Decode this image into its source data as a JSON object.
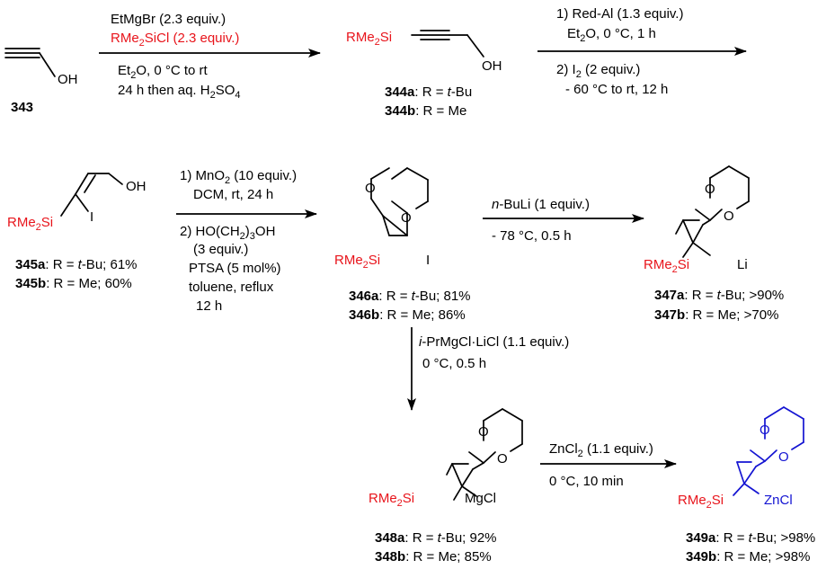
{
  "compounds": {
    "c343": {
      "label": "343",
      "oh": "OH"
    },
    "c344": {
      "rsi": "RMe",
      "rsi_sub": "2",
      "rsi_end": "Si",
      "oh": "OH",
      "a_num": "344a",
      "a_text": ": R = ",
      "a_r": "t",
      "a_r2": "-Bu",
      "b_num": "344b",
      "b_text": ": R = Me"
    },
    "c345": {
      "rsi": "RMe",
      "rsi_sub": "2",
      "rsi_end": "Si",
      "oh": "OH",
      "i": "I",
      "a_num": "345a",
      "a_text": ": R = ",
      "a_r": "t",
      "a_r2": "-Bu; 61%",
      "b_num": "345b",
      "b_text": ": R = Me; 60%"
    },
    "c346": {
      "rsi": "RMe",
      "rsi_sub": "2",
      "rsi_end": "Si",
      "o1": "O",
      "o2": "O",
      "i": "I",
      "a_num": "346a",
      "a_text": ": R = ",
      "a_r": "t",
      "a_r2": "-Bu; 81%",
      "b_num": "346b",
      "b_text": ": R = Me; 86%"
    },
    "c347": {
      "rsi": "RMe",
      "rsi_sub": "2",
      "rsi_end": "Si",
      "o1": "O",
      "o2": "O",
      "li": "Li",
      "a_num": "347a",
      "a_text": ": R = ",
      "a_r": "t",
      "a_r2": "-Bu; >90%",
      "b_num": "347b",
      "b_text": ": R = Me; >70%"
    },
    "c348": {
      "rsi": "RMe",
      "rsi_sub": "2",
      "rsi_end": "Si",
      "o1": "O",
      "o2": "O",
      "mg": "MgCl",
      "a_num": "348a",
      "a_text": ": R = ",
      "a_r": "t",
      "a_r2": "-Bu; 92%",
      "b_num": "348b",
      "b_text": ": R = Me; 85%"
    },
    "c349": {
      "rsi": "RMe",
      "rsi_sub": "2",
      "rsi_end": "Si",
      "o1": "O",
      "o2": "O",
      "zn": "ZnCl",
      "a_num": "349a",
      "a_text": ": R = ",
      "a_r": "t",
      "a_r2": "-Bu; >98%",
      "b_num": "349b",
      "b_text": ": R = Me; >98%"
    }
  },
  "conditions": {
    "step1": {
      "l1": "EtMgBr (2.3 equiv.)",
      "l2": "RMe",
      "l2_sub": "2",
      "l2_end": "SiCl (2.3 equiv.)",
      "l3a": "Et",
      "l3_sub": "2",
      "l3b": "O, 0 °C to rt",
      "l4a": "24 h then aq. H",
      "l4_sub1": "2",
      "l4b": "SO",
      "l4_sub2": "4"
    },
    "step2": {
      "l1": "1) Red-Al (1.3 equiv.)",
      "l2a": "Et",
      "l2_sub": "2",
      "l2b": "O, 0 °C, 1 h",
      "l3a": "2) I",
      "l3_sub": "2",
      "l3b": " (2 equiv.)",
      "l4": "- 60 °C to rt, 12 h"
    },
    "step3": {
      "l1a": "1) MnO",
      "l1_sub": "2",
      "l1b": " (10 equiv.)",
      "l2": "DCM, rt, 24 h",
      "l3a": "2) HO(CH",
      "l3_sub": "2",
      "l3b": ")",
      "l3_sub2": "3",
      "l3c": "OH",
      "l4": "(3 equiv.)",
      "l5": "PTSA (5 mol%)",
      "l6": "toluene, reflux",
      "l7": "12 h"
    },
    "step4": {
      "l1a": "n",
      "l1b": "-BuLi (1 equiv.)",
      "l2": "- 78 °C, 0.5 h"
    },
    "step5": {
      "l1a": "i",
      "l1b": "-PrMgCl·LiCl (1.1 equiv.)",
      "l2": "0 °C, 0.5 h"
    },
    "step6": {
      "l1a": "ZnCl",
      "l1_sub": "2",
      "l1b": " (1.1 equiv.)",
      "l2": "0 °C, 10 min"
    }
  },
  "colors": {
    "red": "#e8141b",
    "blue": "#1414d2"
  }
}
